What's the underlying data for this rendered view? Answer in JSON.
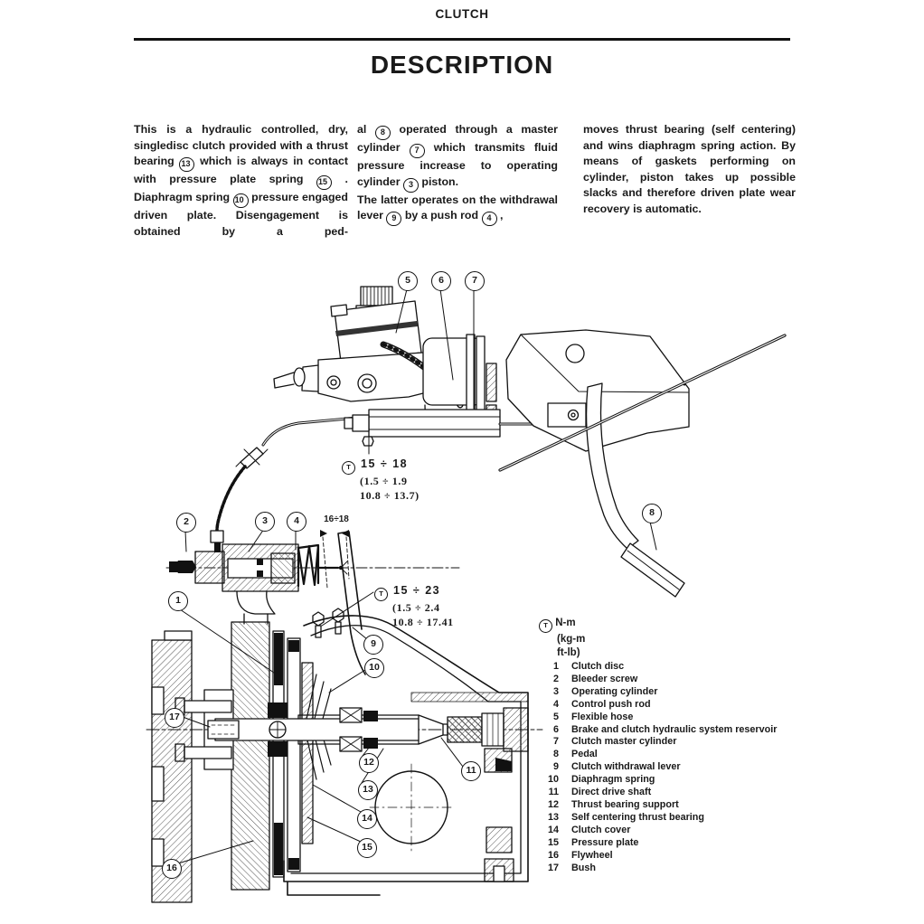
{
  "page": {
    "header": "CLUTCH",
    "title": "DESCRIPTION"
  },
  "paragraphs": {
    "col1": [
      {
        "t": "This is a hydraulic controlled, dry, singledisc clutch provided with a thrust bearing "
      },
      {
        "c": "13"
      },
      {
        "t": " which is always in contact with pressure plate spring "
      },
      {
        "c": "15"
      },
      {
        "t": " . Diaphragm spring "
      },
      {
        "c": "10"
      },
      {
        "t": " pressure engaged driven plate. Disengagement is obtained by a ped-"
      }
    ],
    "col2_p1": [
      {
        "t": "al "
      },
      {
        "c": "8"
      },
      {
        "t": " operated through a master cylinder "
      },
      {
        "c": "7"
      },
      {
        "t": " which transmits fluid pressure increase to operating cylinder "
      },
      {
        "c": "3"
      },
      {
        "t": " piston."
      }
    ],
    "col2_p2": [
      {
        "t": "The latter operates on the withdrawal lever "
      },
      {
        "c": "9"
      },
      {
        "t": " by a push rod "
      },
      {
        "c": "4"
      },
      {
        "t": " ,"
      }
    ],
    "col3": [
      {
        "t": "moves thrust bearing (self centering) and wins diaphragm spring action. By means of gaskets performing on cylinder, piston takes up possible slacks and therefore driven plate wear recovery is automatic."
      }
    ]
  },
  "figure": {
    "torque_note_1": {
      "symbol": "T",
      "value": "15 ÷ 18",
      "kg": "(1.5 ÷ 1.9",
      "ftlb": "10.8 ÷ 13.7)"
    },
    "torque_note_2": {
      "symbol": "T",
      "value": "15 ÷ 23",
      "kg": "(1.5 ÷ 2.4",
      "ftlb": "10.8 ÷ 17.41"
    },
    "dimension_label": "16÷18",
    "legend": {
      "symbol": "T",
      "unit1": "N-m",
      "unit2": "(kg-m",
      "unit3": "ft-lb)"
    },
    "callouts": {
      "c1": "1",
      "c2": "2",
      "c3": "3",
      "c4": "4",
      "c5": "5",
      "c6": "6",
      "c7": "7",
      "c8": "8",
      "c9": "9",
      "c10": "10",
      "c11": "11",
      "c12": "12",
      "c13": "13",
      "c14": "14",
      "c15": "15",
      "c16": "16",
      "c17": "17"
    }
  },
  "parts_list": [
    {
      "num": "1",
      "name": "Clutch disc"
    },
    {
      "num": "2",
      "name": "Bleeder screw"
    },
    {
      "num": "3",
      "name": "Operating cylinder"
    },
    {
      "num": "4",
      "name": "Control push rod"
    },
    {
      "num": "5",
      "name": "Flexible hose"
    },
    {
      "num": "6",
      "name": "Brake and clutch hydraulic system reservoir"
    },
    {
      "num": "7",
      "name": "Clutch master cylinder"
    },
    {
      "num": "8",
      "name": "Pedal"
    },
    {
      "num": "9",
      "name": "Clutch withdrawal lever"
    },
    {
      "num": "10",
      "name": "Diaphragm spring"
    },
    {
      "num": "11",
      "name": "Direct drive shaft"
    },
    {
      "num": "12",
      "name": "Thrust bearing support"
    },
    {
      "num": "13",
      "name": "Self centering thrust bearing"
    },
    {
      "num": "14",
      "name": "Clutch cover"
    },
    {
      "num": "15",
      "name": "Pressure plate"
    },
    {
      "num": "16",
      "name": "Flywheel"
    },
    {
      "num": "17",
      "name": "Bush"
    }
  ]
}
